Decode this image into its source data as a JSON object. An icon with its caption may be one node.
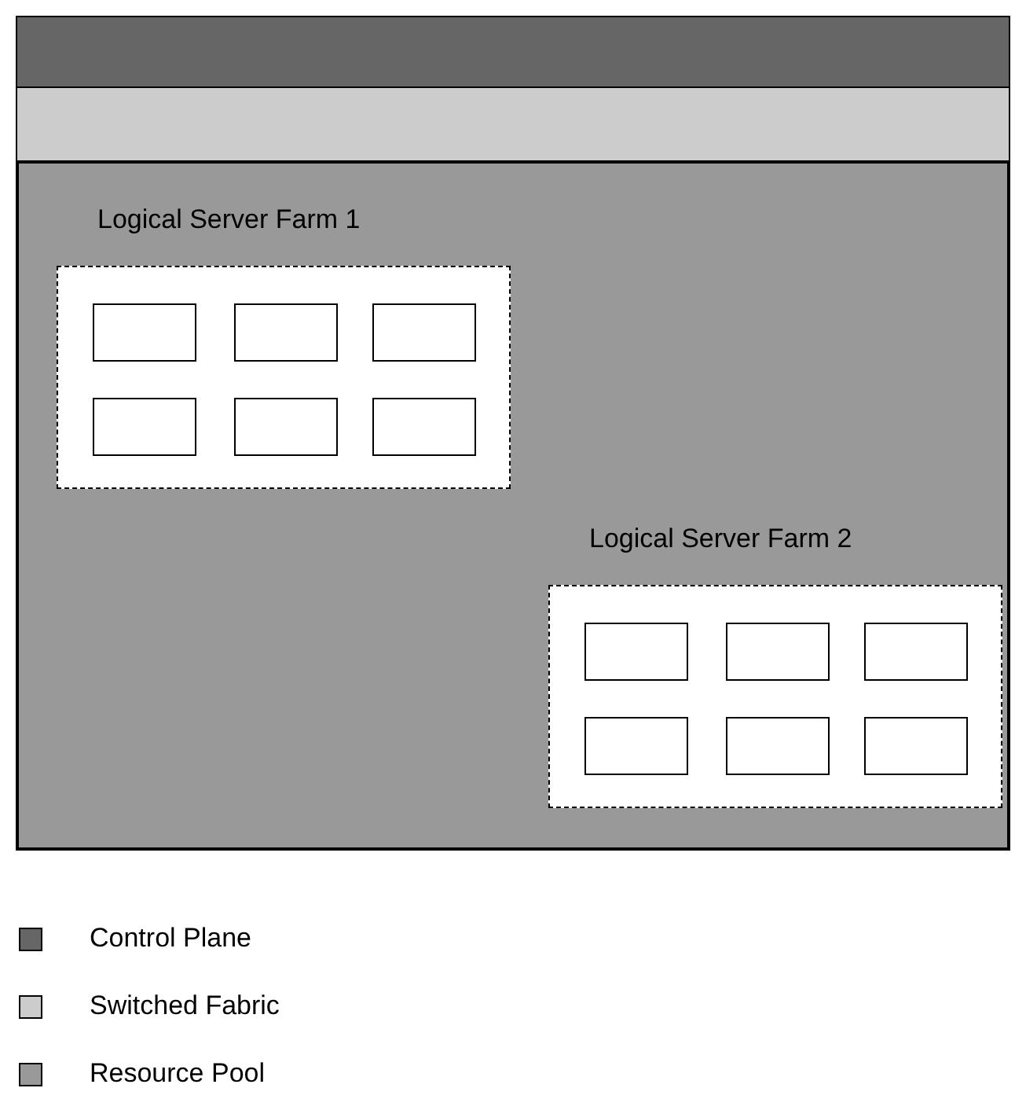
{
  "diagram": {
    "nodes": [
      {
        "text": [],
        "shape": "bar"
      },
      {
        "text": [],
        "shape": "bar"
      },
      {
        "text": [],
        "shape": "box"
      },
      {
        "text": [
          "Logical Server Farm 1"
        ],
        "in": 2
      },
      {
        "text": [],
        "shape": "box",
        "in": 3
      },
      {
        "text": [],
        "shape": "box",
        "in": 3
      },
      {
        "text": [],
        "shape": "box",
        "in": 3
      },
      {
        "text": [],
        "shape": "box",
        "in": 3
      },
      {
        "text": [],
        "shape": "box",
        "in": 3
      },
      {
        "text": [],
        "shape": "box",
        "in": 3
      },
      {
        "text": [
          "Logical Server Farm 2"
        ],
        "in": 2
      },
      {
        "text": [],
        "shape": "box",
        "in": 10
      },
      {
        "text": [],
        "shape": "box",
        "in": 10
      },
      {
        "text": [],
        "shape": "box",
        "in": 10
      },
      {
        "text": [],
        "shape": "box",
        "in": 10
      },
      {
        "text": [],
        "shape": "box",
        "in": 10
      },
      {
        "text": [],
        "shape": "box",
        "in": 10
      }
    ],
    "edges": [],
    "legend": [
      {
        "text": "Control Plane",
        "color": "#666666"
      },
      {
        "text": "Switched Fabric",
        "color": "#cccccc"
      },
      {
        "text": "Resource Pool",
        "color": "#999999"
      }
    ]
  }
}
